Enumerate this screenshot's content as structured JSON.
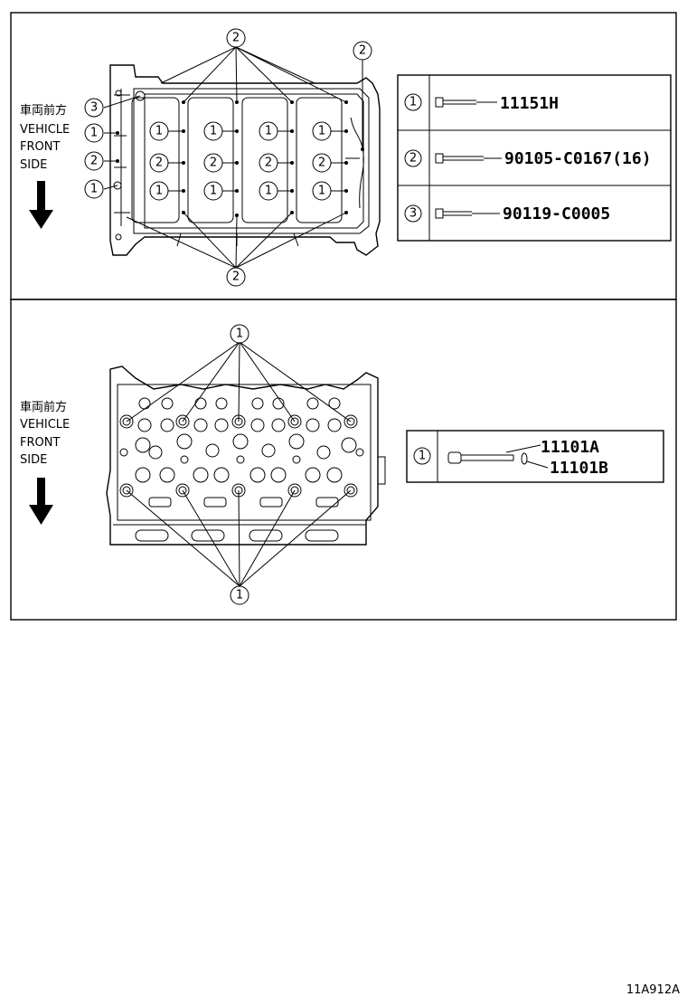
{
  "panels": [
    {
      "direction_label_jp": "車両前方",
      "direction_label_en": [
        "VEHICLE",
        "FRONT",
        "SIDE"
      ],
      "callouts": {
        "c1": "1",
        "c2": "2",
        "c3": "3"
      },
      "parts": [
        {
          "ref": "1",
          "part_number": "11151H"
        },
        {
          "ref": "2",
          "part_number": "90105-C0167(16)"
        },
        {
          "ref": "3",
          "part_number": "90119-C0005"
        }
      ]
    },
    {
      "direction_label_jp": "車両前方",
      "direction_label_en": [
        "VEHICLE",
        "FRONT",
        "SIDE"
      ],
      "callouts": {
        "c1": "1"
      },
      "parts": [
        {
          "ref": "1",
          "part_numbers": [
            "11101A",
            "11101B"
          ]
        }
      ]
    }
  ],
  "diagram_id": "11A912A"
}
